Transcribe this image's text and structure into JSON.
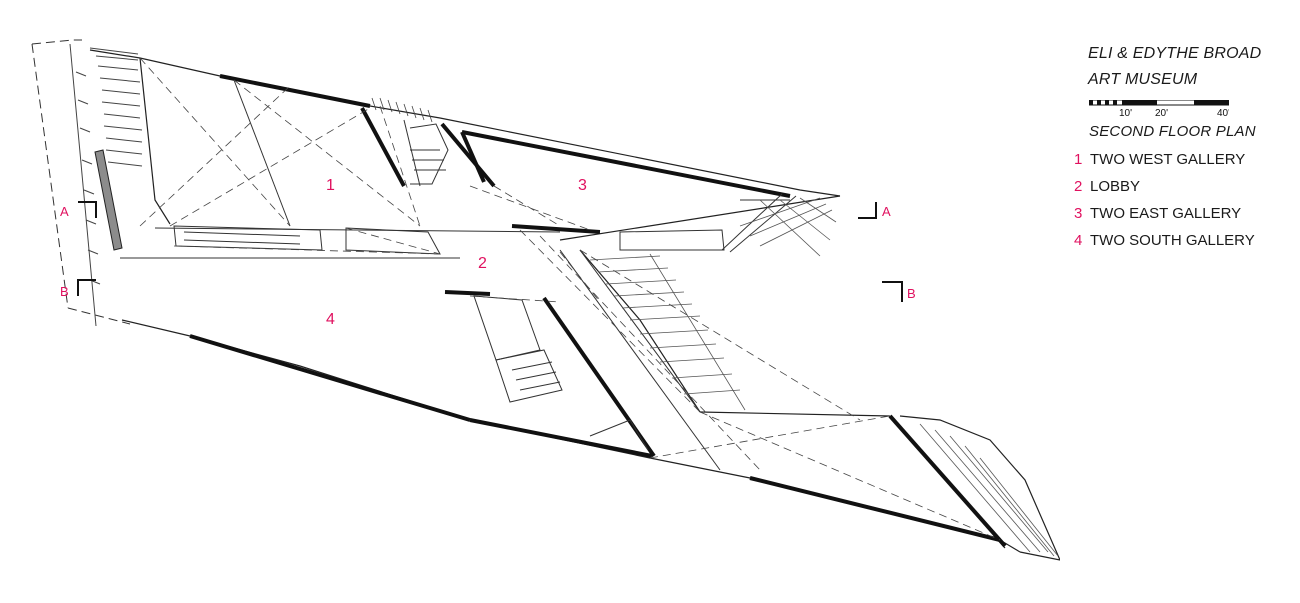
{
  "title_line1": "ELI & EDYTHE BROAD",
  "title_line2": "ART MUSEUM",
  "subtitle": "SECOND FLOOR PLAN",
  "scale": {
    "ticks": [
      "10'",
      "20'",
      "40'"
    ]
  },
  "legend": [
    {
      "number": "1",
      "label": "TWO WEST GALLERY"
    },
    {
      "number": "2",
      "label": "LOBBY"
    },
    {
      "number": "3",
      "label": "TWO EAST GALLERY"
    },
    {
      "number": "4",
      "label": "TWO SOUTH GALLERY"
    }
  ],
  "room_labels": {
    "r1": "1",
    "r2": "2",
    "r3": "3",
    "r4": "4"
  },
  "section_marks": {
    "a_left": "A",
    "a_right": "A",
    "b_left": "B",
    "b_right": "B"
  },
  "colors": {
    "accent": "#e0115f",
    "ink": "#1a1a1a"
  }
}
